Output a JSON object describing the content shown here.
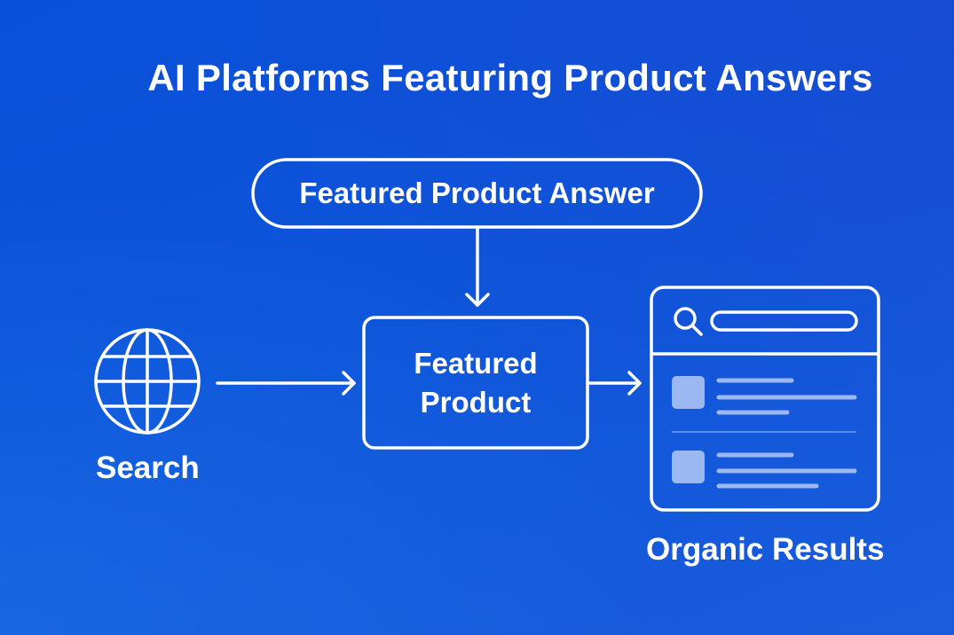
{
  "title": "AI Platforms Featuring Product Answers",
  "nodes": {
    "featured_answer": "Featured Product Answer",
    "featured_product": "Featured Product",
    "search": "Search",
    "organic": "Organic Results"
  },
  "colors": {
    "background": "#0d55da",
    "stroke": "#ffffff",
    "muted": "#9bb8f2"
  }
}
